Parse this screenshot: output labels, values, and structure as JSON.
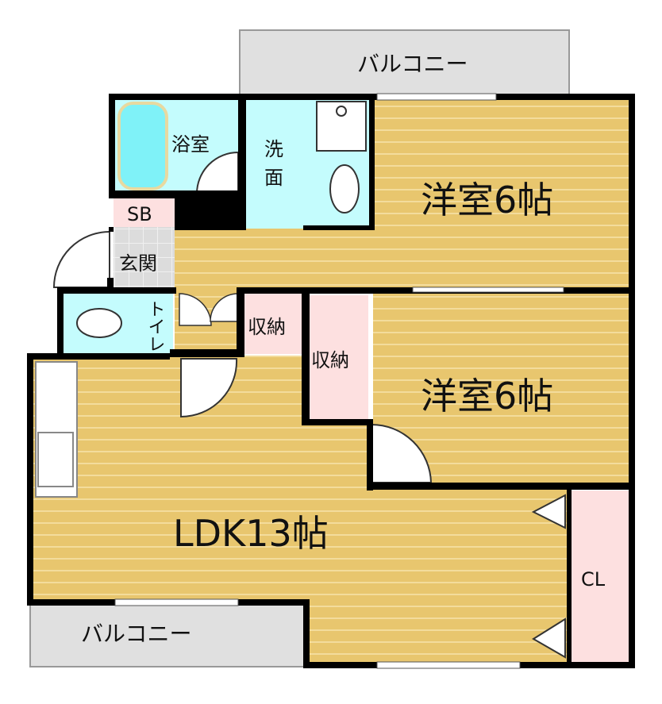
{
  "rooms": {
    "balcony_top": "バルコニー",
    "balcony_bottom": "バルコニー",
    "bath": "浴室",
    "washroom_1": "洗",
    "washroom_2": "面",
    "western_room_1": "洋室6帖",
    "western_room_2": "洋室6帖",
    "shoe_box": "SB",
    "entrance": "玄関",
    "toilet": "トイレ",
    "storage_1": "収納",
    "storage_2": "収納",
    "ldk": "LDK13帖",
    "closet": "CL"
  },
  "colors": {
    "floor": "#e8c66e",
    "floor_stripe": "#f3dc9c",
    "water": "#c4fcfd",
    "storage": "#fde0e0",
    "balcony": "#e0e0e0",
    "tile": "#dcdcdc",
    "wall": "#000000"
  }
}
